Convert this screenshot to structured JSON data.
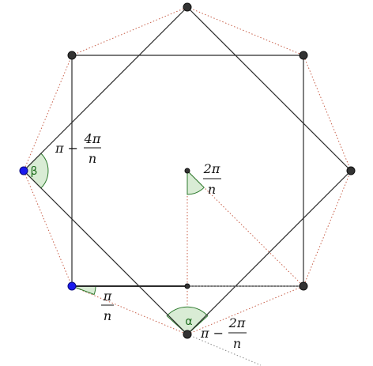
{
  "colors": {
    "outline": "#2b2b2b",
    "dotted": "#c8604a",
    "construction": "#8a8a8a",
    "angle_fill": "#d9ecd5",
    "angle_stroke": "#2d7a2d",
    "angle_text": "#1a6b1a",
    "point_dark": "#333333",
    "point_blue": "#1a1aee",
    "text": "#111111"
  },
  "angles": {
    "beta": {
      "symbol": "β",
      "formula_left": "π −",
      "num": "4π",
      "den": "n"
    },
    "alpha": {
      "symbol": "α",
      "formula_left": "π −",
      "num": "2π",
      "den": "n"
    },
    "center": {
      "num": "2π",
      "den": "n"
    },
    "edge": {
      "num": "π",
      "den": "n"
    }
  }
}
